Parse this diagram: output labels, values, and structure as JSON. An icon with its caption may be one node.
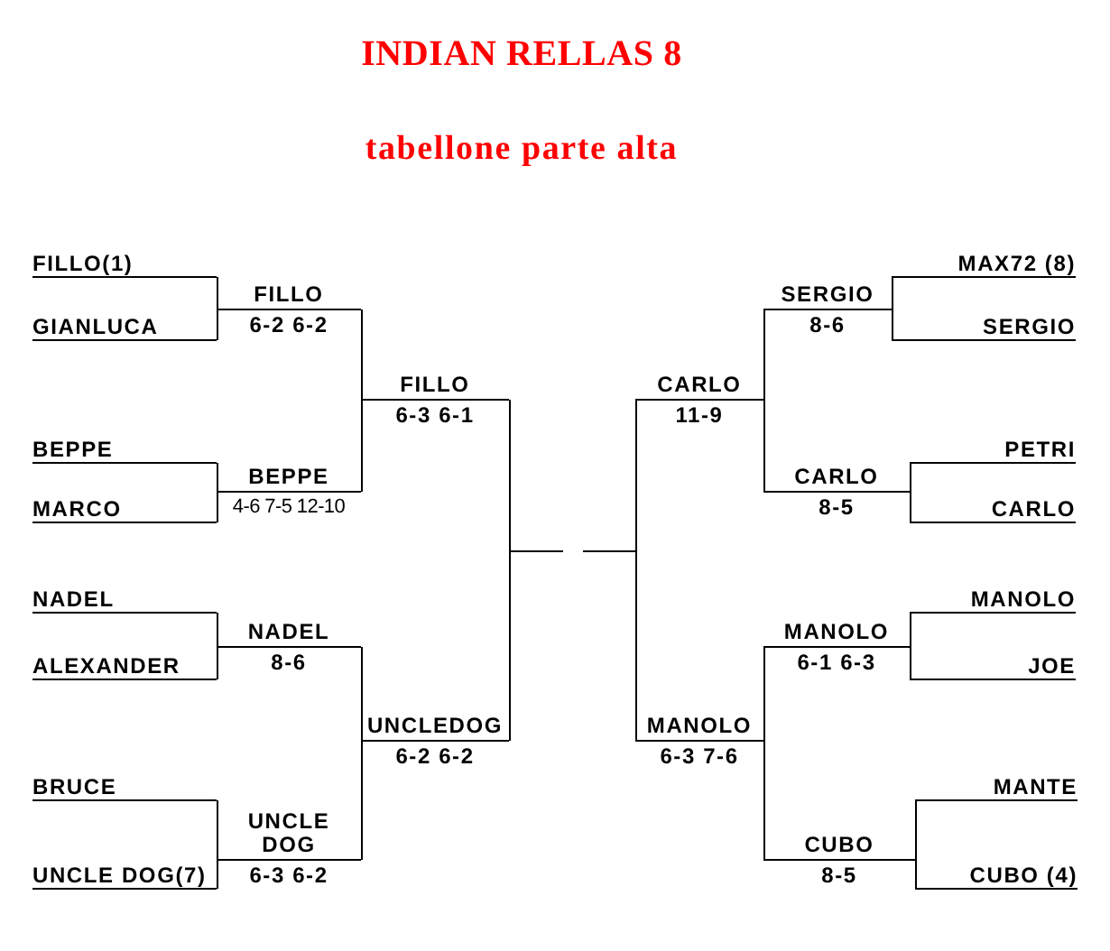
{
  "diagram": {
    "title": "INDIAN RELLAS 8",
    "nodes": [
      {
        "text": [
          "FILLO(1)"
        ]
      },
      {
        "text": [
          "GIANLUCA"
        ]
      },
      {
        "text": [
          "BEPPE"
        ]
      },
      {
        "text": [
          "MARCO"
        ]
      },
      {
        "text": [
          "NADEL"
        ]
      },
      {
        "text": [
          "ALEXANDER"
        ]
      },
      {
        "text": [
          "BRUCE"
        ]
      },
      {
        "text": [
          "UNCLE DOG(7)"
        ]
      },
      {
        "text": [
          "FILLO",
          "6-2 6-2"
        ]
      },
      {
        "text": [
          "BEPPE",
          "4-6 7-5 12-10"
        ]
      },
      {
        "text": [
          "NADEL",
          "8-6"
        ]
      },
      {
        "text": [
          "UNCLE DOG",
          "6-3 6-2"
        ]
      },
      {
        "text": [
          "FILLO",
          "6-3 6-1"
        ]
      },
      {
        "text": [
          "UNCLEDOG",
          "6-2 6-2"
        ]
      },
      {
        "text": [],
        "shape": "line"
      },
      {
        "text": [],
        "shape": "line"
      },
      {
        "text": [
          "CARLO",
          "11-9"
        ]
      },
      {
        "text": [
          "MANOLO",
          "6-3 7-6"
        ]
      },
      {
        "text": [
          "SERGIO",
          "8-6"
        ]
      },
      {
        "text": [
          "CARLO",
          "8-5"
        ]
      },
      {
        "text": [
          "MANOLO",
          "6-1 6-3"
        ]
      },
      {
        "text": [
          "CUBO",
          "8-5"
        ]
      },
      {
        "text": [
          "MAX72 (8)"
        ]
      },
      {
        "text": [
          "SERGIO"
        ]
      },
      {
        "text": [
          "PETRI"
        ]
      },
      {
        "text": [
          "CARLO"
        ]
      },
      {
        "text": [
          "MANOLO"
        ]
      },
      {
        "text": [
          "JOE"
        ]
      },
      {
        "text": [
          "MANTE"
        ]
      },
      {
        "text": [
          "CUBO (4)"
        ]
      }
    ],
    "edges": [
      {
        "from": 0,
        "to": 8,
        "arrow": "none"
      },
      {
        "from": 1,
        "to": 8,
        "arrow": "none"
      },
      {
        "from": 2,
        "to": 9,
        "arrow": "none"
      },
      {
        "from": 3,
        "to": 9,
        "arrow": "none"
      },
      {
        "from": 4,
        "to": 10,
        "arrow": "none"
      },
      {
        "from": 5,
        "to": 10,
        "arrow": "none"
      },
      {
        "from": 6,
        "to": 11,
        "arrow": "none"
      },
      {
        "from": 7,
        "to": 11,
        "arrow": "none"
      },
      {
        "from": 8,
        "to": 12,
        "arrow": "none"
      },
      {
        "from": 9,
        "to": 12,
        "arrow": "none"
      },
      {
        "from": 10,
        "to": 13,
        "arrow": "none"
      },
      {
        "from": 11,
        "to": 13,
        "arrow": "none"
      },
      {
        "from": 12,
        "to": 14,
        "arrow": "none"
      },
      {
        "from": 13,
        "to": 14,
        "arrow": "none"
      },
      {
        "from": 16,
        "to": 15,
        "arrow": "none"
      },
      {
        "from": 17,
        "to": 15,
        "arrow": "none"
      },
      {
        "from": 18,
        "to": 16,
        "arrow": "none"
      },
      {
        "from": 19,
        "to": 16,
        "arrow": "none"
      },
      {
        "from": 20,
        "to": 17,
        "arrow": "none"
      },
      {
        "from": 21,
        "to": 17,
        "arrow": "none"
      },
      {
        "from": 22,
        "to": 18,
        "arrow": "none"
      },
      {
        "from": 23,
        "to": 18,
        "arrow": "none"
      },
      {
        "from": 24,
        "to": 19,
        "arrow": "none"
      },
      {
        "from": 25,
        "to": 19,
        "arrow": "none"
      },
      {
        "from": 26,
        "to": 20,
        "arrow": "none"
      },
      {
        "from": 27,
        "to": 20,
        "arrow": "none"
      },
      {
        "from": 28,
        "to": 21,
        "arrow": "none"
      },
      {
        "from": 29,
        "to": 21,
        "arrow": "none"
      }
    ],
    "labels": [
      "tabellone parte alta"
    ]
  }
}
